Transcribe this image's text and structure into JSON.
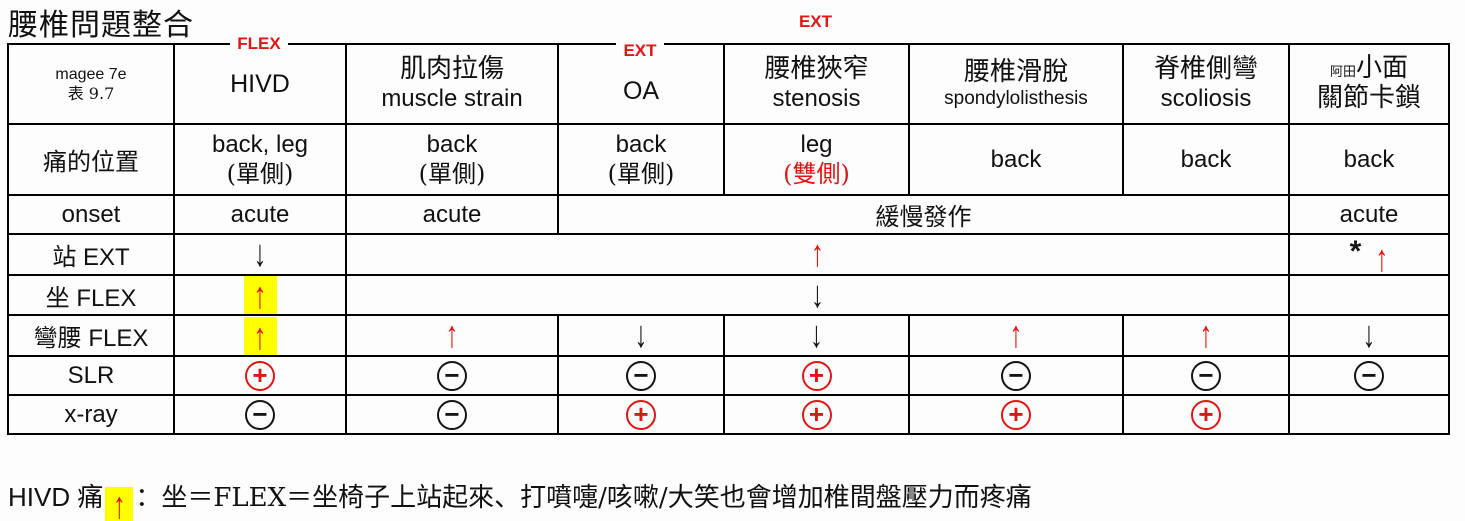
{
  "title": "腰椎問題整合",
  "colors": {
    "accent_red": "#e01515",
    "highlight_yellow": "#ffff00",
    "text": "#141414"
  },
  "table": {
    "source_ref": {
      "line1": "magee 7e",
      "line2": "表 9.7"
    },
    "columns": [
      {
        "title": "HIVD",
        "flex_overlay": "FLEX"
      },
      {
        "title_zh": "肌肉拉傷",
        "title_en": "muscle strain"
      },
      {
        "title": "OA",
        "ext_overlay": "EXT"
      },
      {
        "title_zh": "腰椎狹窄",
        "title_en": "stenosis",
        "ext_overlay": "EXT"
      },
      {
        "title_zh": "腰椎滑脫",
        "title_en": "spondylolisthesis"
      },
      {
        "title_zh": "脊椎側彎",
        "title_en": "scoliosis"
      },
      {
        "title_annotation": "阿田",
        "title_zh_line1": "小面",
        "title_zh_line2": "關節卡鎖"
      }
    ],
    "rows": {
      "pain_location": {
        "label": "痛的位置",
        "hivd_line1": "back, leg",
        "hivd_line2": "(單側)",
        "muscle_line1": "back",
        "muscle_line2": "(單側)",
        "oa_line1": "back",
        "oa_line2": "(單側)",
        "stenosis_line1": "leg",
        "stenosis_line2": "(雙側)",
        "spondylolisthesis": "back",
        "scoliosis": "back",
        "facet": "back"
      },
      "onset": {
        "label": "onset",
        "hivd": "acute",
        "muscle": "acute",
        "merged": "緩慢發作",
        "facet": "acute"
      },
      "stand_ext": {
        "label_zh": "站",
        "label_en": "EXT",
        "hivd": "↓",
        "merged": "↑",
        "facet_star": "*",
        "facet_arrow": "↑"
      },
      "sit_flex": {
        "label_zh": "坐",
        "label_en": "FLEX",
        "hivd": "↑",
        "merged": "↓"
      },
      "bend_flex": {
        "label_zh": "彎腰",
        "label_en": "FLEX",
        "hivd": "↑",
        "muscle": "↑",
        "oa": "↓",
        "stenosis": "↓",
        "spondylolisthesis": "↑",
        "scoliosis": "↑",
        "facet": "↓"
      },
      "slr": {
        "label": "SLR",
        "hivd": "+",
        "muscle": "−",
        "oa": "−",
        "stenosis": "+",
        "spondylolisthesis": "−",
        "scoliosis": "−",
        "facet": "−"
      },
      "xray": {
        "label": "x-ray",
        "hivd": "−",
        "muscle": "−",
        "oa": "+",
        "stenosis": "+",
        "spondylolisthesis": "+",
        "scoliosis": "+"
      }
    }
  },
  "footnote": {
    "prefix_en": "HIVD",
    "prefix_zh": "痛",
    "highlight_arrow": "↑",
    "rest": "：坐＝FLEX＝坐椅子上站起來、打噴嚏/咳嗽/大笑也會增加椎間盤壓力而疼痛"
  }
}
